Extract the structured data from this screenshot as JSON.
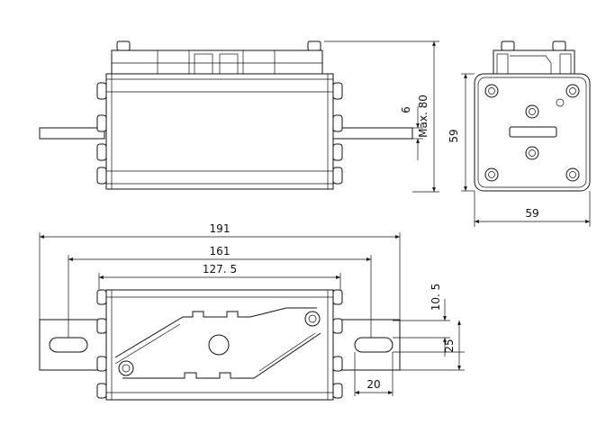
{
  "drawing": {
    "dimensions": {
      "side_height": "Max. 80",
      "side_blade": "6",
      "front_height": "59",
      "front_width": "59",
      "top_overall": "191",
      "top_holes": "161",
      "top_body": "127. 5",
      "top_slot_width": "10. 5",
      "top_slot_pitch": "25",
      "top_slot_length": "20"
    }
  }
}
